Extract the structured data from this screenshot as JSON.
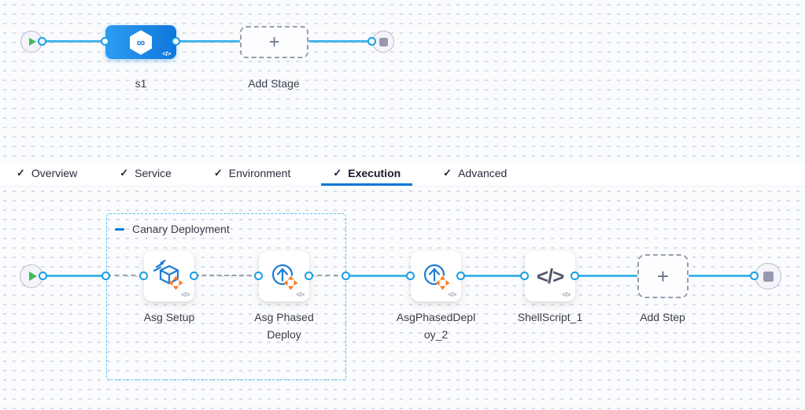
{
  "icons": {
    "check": "✓",
    "plus": "+",
    "code": "</>",
    "stage_type": "∞"
  },
  "stage_graph": {
    "stage_label": "s1",
    "add_stage_label": "Add Stage"
  },
  "tab_bar": {
    "active_tab": "Execution",
    "tabs": [
      {
        "label": "Overview"
      },
      {
        "label": "Service"
      },
      {
        "label": "Environment"
      },
      {
        "label": "Execution"
      },
      {
        "label": "Advanced"
      }
    ]
  },
  "execution_graph": {
    "group_title": "Canary Deployment",
    "steps": [
      {
        "name": "Asg Setup",
        "type": "asg-setup"
      },
      {
        "name": "Asg Phased Deploy",
        "type": "asg-phased-deploy"
      },
      {
        "name": "AsgPhasedDeploy_2",
        "type": "asg-phased-deploy"
      },
      {
        "name": "ShellScript_1",
        "type": "shell-script"
      }
    ],
    "add_step_label": "Add Step"
  },
  "colors": {
    "connector": "#45b5e8",
    "port_ring": "#189fe6",
    "active_tab_underline": "#0278d5",
    "group_border": "#58c2f3",
    "stage_blue_start": "#2e9cf1",
    "stage_blue_end": "#0e77dc",
    "icon_blue": "#1e7cd6",
    "icon_orange": "#f97b22",
    "play_green": "#42ba5c"
  }
}
